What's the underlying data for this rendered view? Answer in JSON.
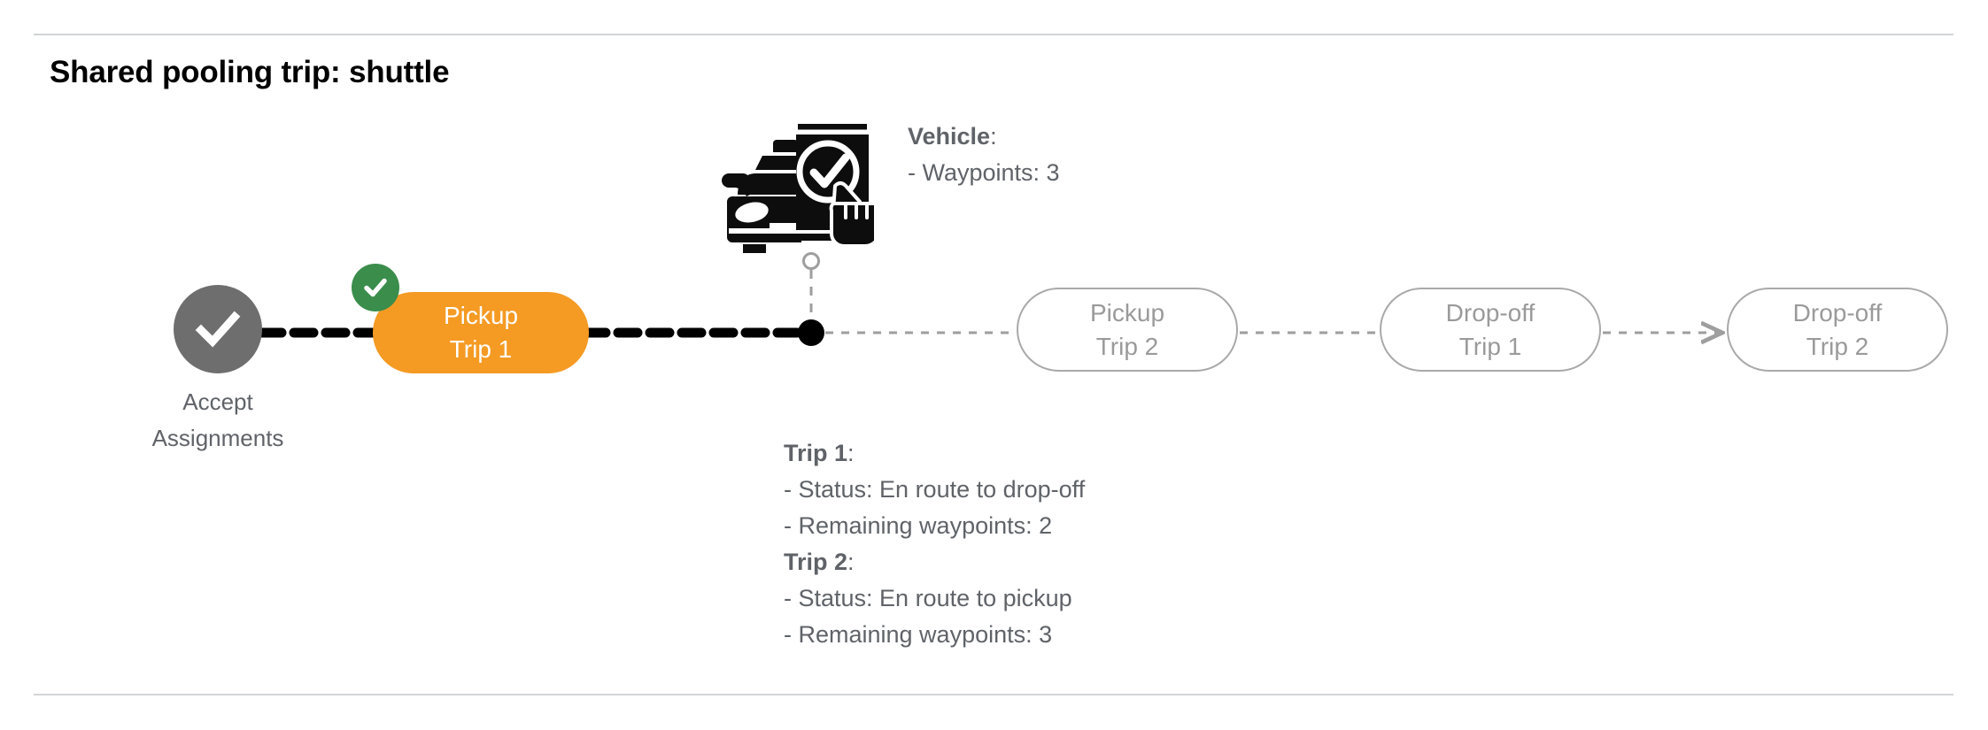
{
  "page": {
    "title": "Shared pooling trip: shuttle",
    "background": "#ffffff",
    "divider_color": "#d2d4d6"
  },
  "colors": {
    "active_node": "#f59a23",
    "check_badge": "#3a8d4b",
    "accept_node": "#6e6e6e",
    "idle_node_border": "#a9a9a9",
    "idle_node_text": "#9a9a9a",
    "text_gray": "#5f6368",
    "traveled_path": "#000000",
    "upcoming_path": "#9e9e9e"
  },
  "flow": {
    "accept": {
      "label_line1": "Accept",
      "label_line2": "Assignments",
      "icon": "check-circle-icon"
    },
    "nodes": [
      {
        "id": "pickup-trip-1",
        "line1": "Pickup",
        "line2": "Trip 1",
        "state": "completed",
        "badge": "check-badge-icon"
      },
      {
        "id": "pickup-trip-2",
        "line1": "Pickup",
        "line2": "Trip 2",
        "state": "upcoming"
      },
      {
        "id": "dropoff-trip-1",
        "line1": "Drop-off",
        "line2": "Trip 1",
        "state": "upcoming"
      },
      {
        "id": "dropoff-trip-2",
        "line1": "Drop-off",
        "line2": "Trip 2",
        "state": "upcoming"
      }
    ],
    "vehicle_marker": {
      "icon": "vehicle-phone-check-icon",
      "connector": "hollow-circle-connector"
    }
  },
  "vehicle_info": {
    "heading": "Vehicle",
    "heading_suffix": ":",
    "waypoints_line": "- Waypoints: 3"
  },
  "trips": [
    {
      "heading": "Trip 1",
      "heading_suffix": ":",
      "status_line": "- Status:  En route to drop-off",
      "waypoints_line": "- Remaining waypoints: 2"
    },
    {
      "heading": "Trip 2",
      "heading_suffix": ":",
      "status_line": "- Status:  En route to pickup",
      "waypoints_line": "- Remaining waypoints: 3"
    }
  ]
}
